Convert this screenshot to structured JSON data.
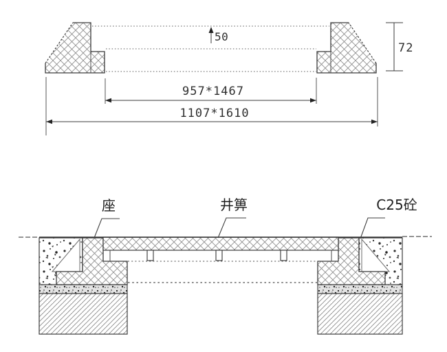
{
  "top_view": {
    "dim_gap": "50",
    "dim_height": "72",
    "dim_inner": "957*1467",
    "dim_outer": "1107*1610"
  },
  "section_view": {
    "label_seat": "座",
    "label_grate": "井箅",
    "label_concrete": "C25砼"
  },
  "colors": {
    "line": "#3b3b3b",
    "hatch": "#8f8f8f",
    "background": "#ffffff"
  }
}
